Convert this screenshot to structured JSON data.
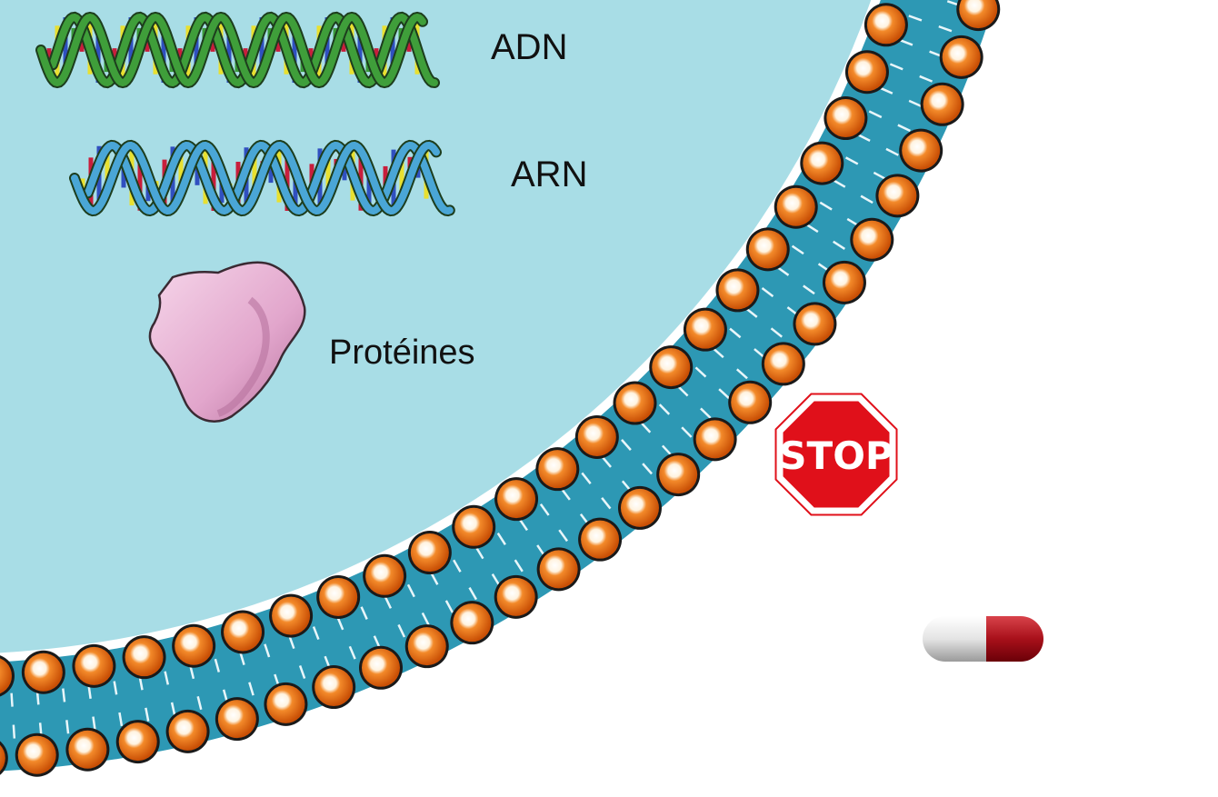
{
  "labels": {
    "dna": "ADN",
    "rna": "ARN",
    "proteins": "Protéines",
    "stop": "STOP"
  },
  "colors": {
    "cytoplasm": "#a8dde6",
    "membrane_band": "#2d98b4",
    "lipid_head": "#e8650c",
    "stop_sign": "#e0101a",
    "dna_strand": "#3f9e3a",
    "rna_strand": "#4aa6d6",
    "protein": "#e2a6cc",
    "pill_cap": "#a8101a"
  }
}
